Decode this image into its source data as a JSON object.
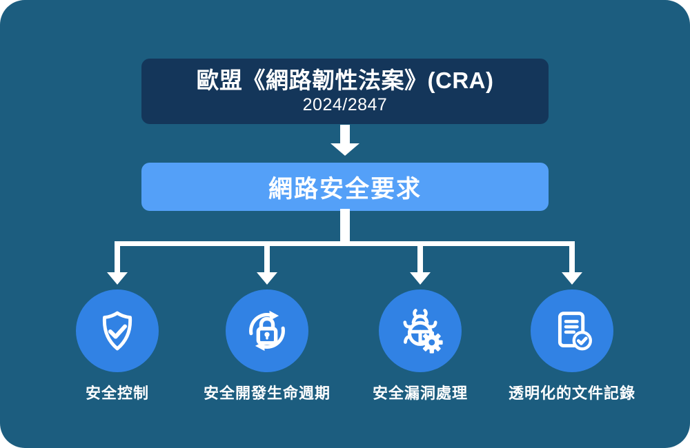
{
  "diagram": {
    "header": {
      "title": "歐盟《網路韌性法案》(CRA)",
      "subtitle": "2024/2847"
    },
    "requirement": {
      "label": "網路安全要求"
    },
    "items": [
      {
        "id": "security-controls",
        "label": "安全控制",
        "icon": "shield-check-icon"
      },
      {
        "id": "secure-development-lifecycle",
        "label": "安全開發生命週期",
        "icon": "lock-refresh-icon"
      },
      {
        "id": "vulnerability-handling",
        "label": "安全漏洞處理",
        "icon": "bug-gear-icon"
      },
      {
        "id": "transparent-documentation",
        "label": "透明化的文件記錄",
        "icon": "document-check-icon"
      }
    ],
    "colors": {
      "background": "#1c5d7f",
      "header_box": "#14365a",
      "requirement_box": "#54a0f8",
      "icon_circle": "#3182e4",
      "connector": "#ffffff",
      "text": "#ffffff"
    }
  }
}
